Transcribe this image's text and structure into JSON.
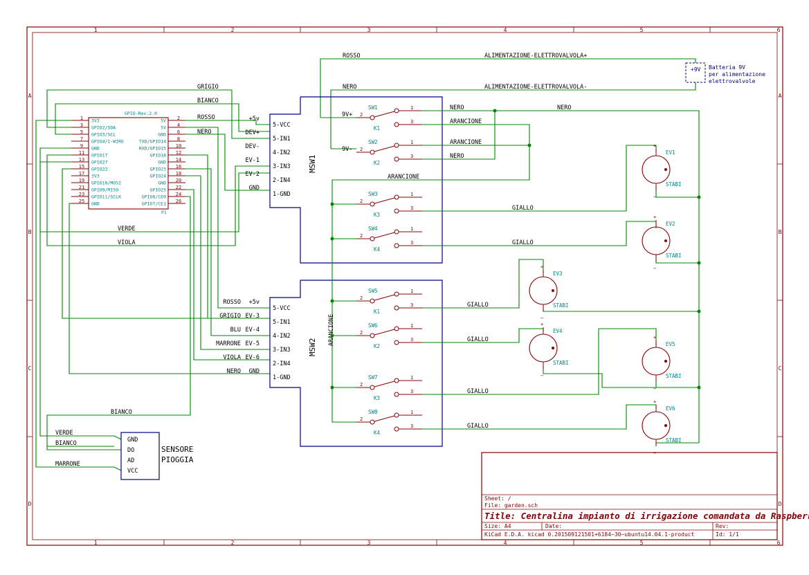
{
  "frame": {
    "columns": [
      "1",
      "2",
      "3",
      "4",
      "5",
      "6"
    ],
    "rows": [
      "A",
      "B",
      "C",
      "D"
    ]
  },
  "battery": {
    "text_line1": "Batteria 9V",
    "text_line2": "per alimentazione",
    "text_line3": "elettrovalvole",
    "symbol": "+9V"
  },
  "top_wires": {
    "rosso": "ROSSO",
    "alim_plus": "ALIMENTAZIONE-ELETTROVALVOLA+",
    "nero": "NERO",
    "alim_minus": "ALIMENTAZIONE-ELETTROVALVOLA-"
  },
  "gpio": {
    "title": "GPIO-Rev.2.0",
    "ref": "P1",
    "left_pins": [
      {
        "num": "1",
        "name": "3V3"
      },
      {
        "num": "3",
        "name": "GPIO2/SDA"
      },
      {
        "num": "5",
        "name": "GPIO3/SCL"
      },
      {
        "num": "7",
        "name": "GPIO4/1-WIRE"
      },
      {
        "num": "9",
        "name": "GND"
      },
      {
        "num": "11",
        "name": "GPIO17"
      },
      {
        "num": "13",
        "name": "GPIO27"
      },
      {
        "num": "15",
        "name": "GPIO22"
      },
      {
        "num": "17",
        "name": "3V3"
      },
      {
        "num": "19",
        "name": "GPIO10/MOSI"
      },
      {
        "num": "21",
        "name": "GPIO9/MISO"
      },
      {
        "num": "23",
        "name": "GPIO11/SCLK"
      },
      {
        "num": "25",
        "name": "GND"
      }
    ],
    "right_pins": [
      {
        "num": "2",
        "name": "5V"
      },
      {
        "num": "4",
        "name": "5V"
      },
      {
        "num": "6",
        "name": "GND"
      },
      {
        "num": "8",
        "name": "TXD/GPIO14"
      },
      {
        "num": "10",
        "name": "RXD/GPIO15"
      },
      {
        "num": "12",
        "name": "GPIO18"
      },
      {
        "num": "14",
        "name": "GND"
      },
      {
        "num": "16",
        "name": "GPIO23"
      },
      {
        "num": "18",
        "name": "GPIO24"
      },
      {
        "num": "20",
        "name": "GND"
      },
      {
        "num": "22",
        "name": "GPIO25"
      },
      {
        "num": "24",
        "name": "GPIO8/CE0"
      },
      {
        "num": "26",
        "name": "GPIO7/CE1"
      }
    ]
  },
  "wire_labels": {
    "grigio": "GRIGIO",
    "bianco": "BIANCO",
    "rosso": "ROSSO",
    "nero": "NERO",
    "verde": "VERDE",
    "viola": "VIOLA",
    "bianco2": "BIANCO",
    "verde2": "VERDE",
    "bianco3": "BIANCO",
    "marrone2": "MARRONE"
  },
  "msw1": {
    "name": "MSW1",
    "pins": [
      "5-VCC",
      "5-IN1",
      "4-IN2",
      "3-IN3",
      "2-IN4",
      "1-GND"
    ],
    "nets": [
      "+5v",
      "DEV+",
      "DEV-",
      "EV-1",
      "EV-2",
      "GND"
    ]
  },
  "msw2": {
    "name": "MSW2",
    "pins": [
      "5-VCC",
      "5-IN1",
      "4-IN2",
      "3-IN3",
      "2-IN4",
      "1-GND"
    ],
    "colors": [
      "ROSSO",
      "GRIGIO",
      "BLU",
      "MARRONE",
      "VIOLA",
      "NERO"
    ],
    "nets": [
      "+5v",
      "EV-3",
      "EV-4",
      "EV-5",
      "EV-6",
      "GND"
    ]
  },
  "relays": [
    {
      "sw": "SW1",
      "k": "K1"
    },
    {
      "sw": "SW2",
      "k": "K2"
    },
    {
      "sw": "SW3",
      "k": "K3"
    },
    {
      "sw": "SW4",
      "k": "K4"
    },
    {
      "sw": "SW5",
      "k": "K1"
    },
    {
      "sw": "SW6",
      "k": "K2"
    },
    {
      "sw": "SW7",
      "k": "K3"
    },
    {
      "sw": "SW8",
      "k": "K4"
    }
  ],
  "relay_pins": {
    "p1": "1",
    "p2": "2",
    "p3": "3"
  },
  "relay_nets": {
    "v9plus": "9V+",
    "v9minus": "9V-",
    "nero": "NERO",
    "arancione": "ARANCIONE",
    "arancione_vert": "ARANCIONE",
    "giallo": "GIALLO"
  },
  "valves": [
    {
      "ref": "EV1",
      "val": "STABI"
    },
    {
      "ref": "EV2",
      "val": "STABI"
    },
    {
      "ref": "EV3",
      "val": "STABI"
    },
    {
      "ref": "EV4",
      "val": "STABI"
    },
    {
      "ref": "EV5",
      "val": "STABI"
    },
    {
      "ref": "EV6",
      "val": "STABI"
    }
  ],
  "rain_sensor": {
    "title1": "SENSORE",
    "title2": "PIOGGIA",
    "pins": [
      "GND",
      "DO",
      "AD",
      "VCC"
    ],
    "wires": [
      "VERDE",
      "BIANCO",
      "MARRONE"
    ]
  },
  "title_block": {
    "sheet": "Sheet: /",
    "file": "File: garden.sch",
    "title": "Title: Centralina impianto di irrigazione comandata da Raspberry Pi",
    "size": "Size: A4",
    "date": "Date:",
    "rev": "Rev:",
    "kicad": "KiCad E.D.A.  kicad 0.201509121501+6184~30~ubuntu14.04.1-product",
    "id": "Id: 1/1"
  }
}
